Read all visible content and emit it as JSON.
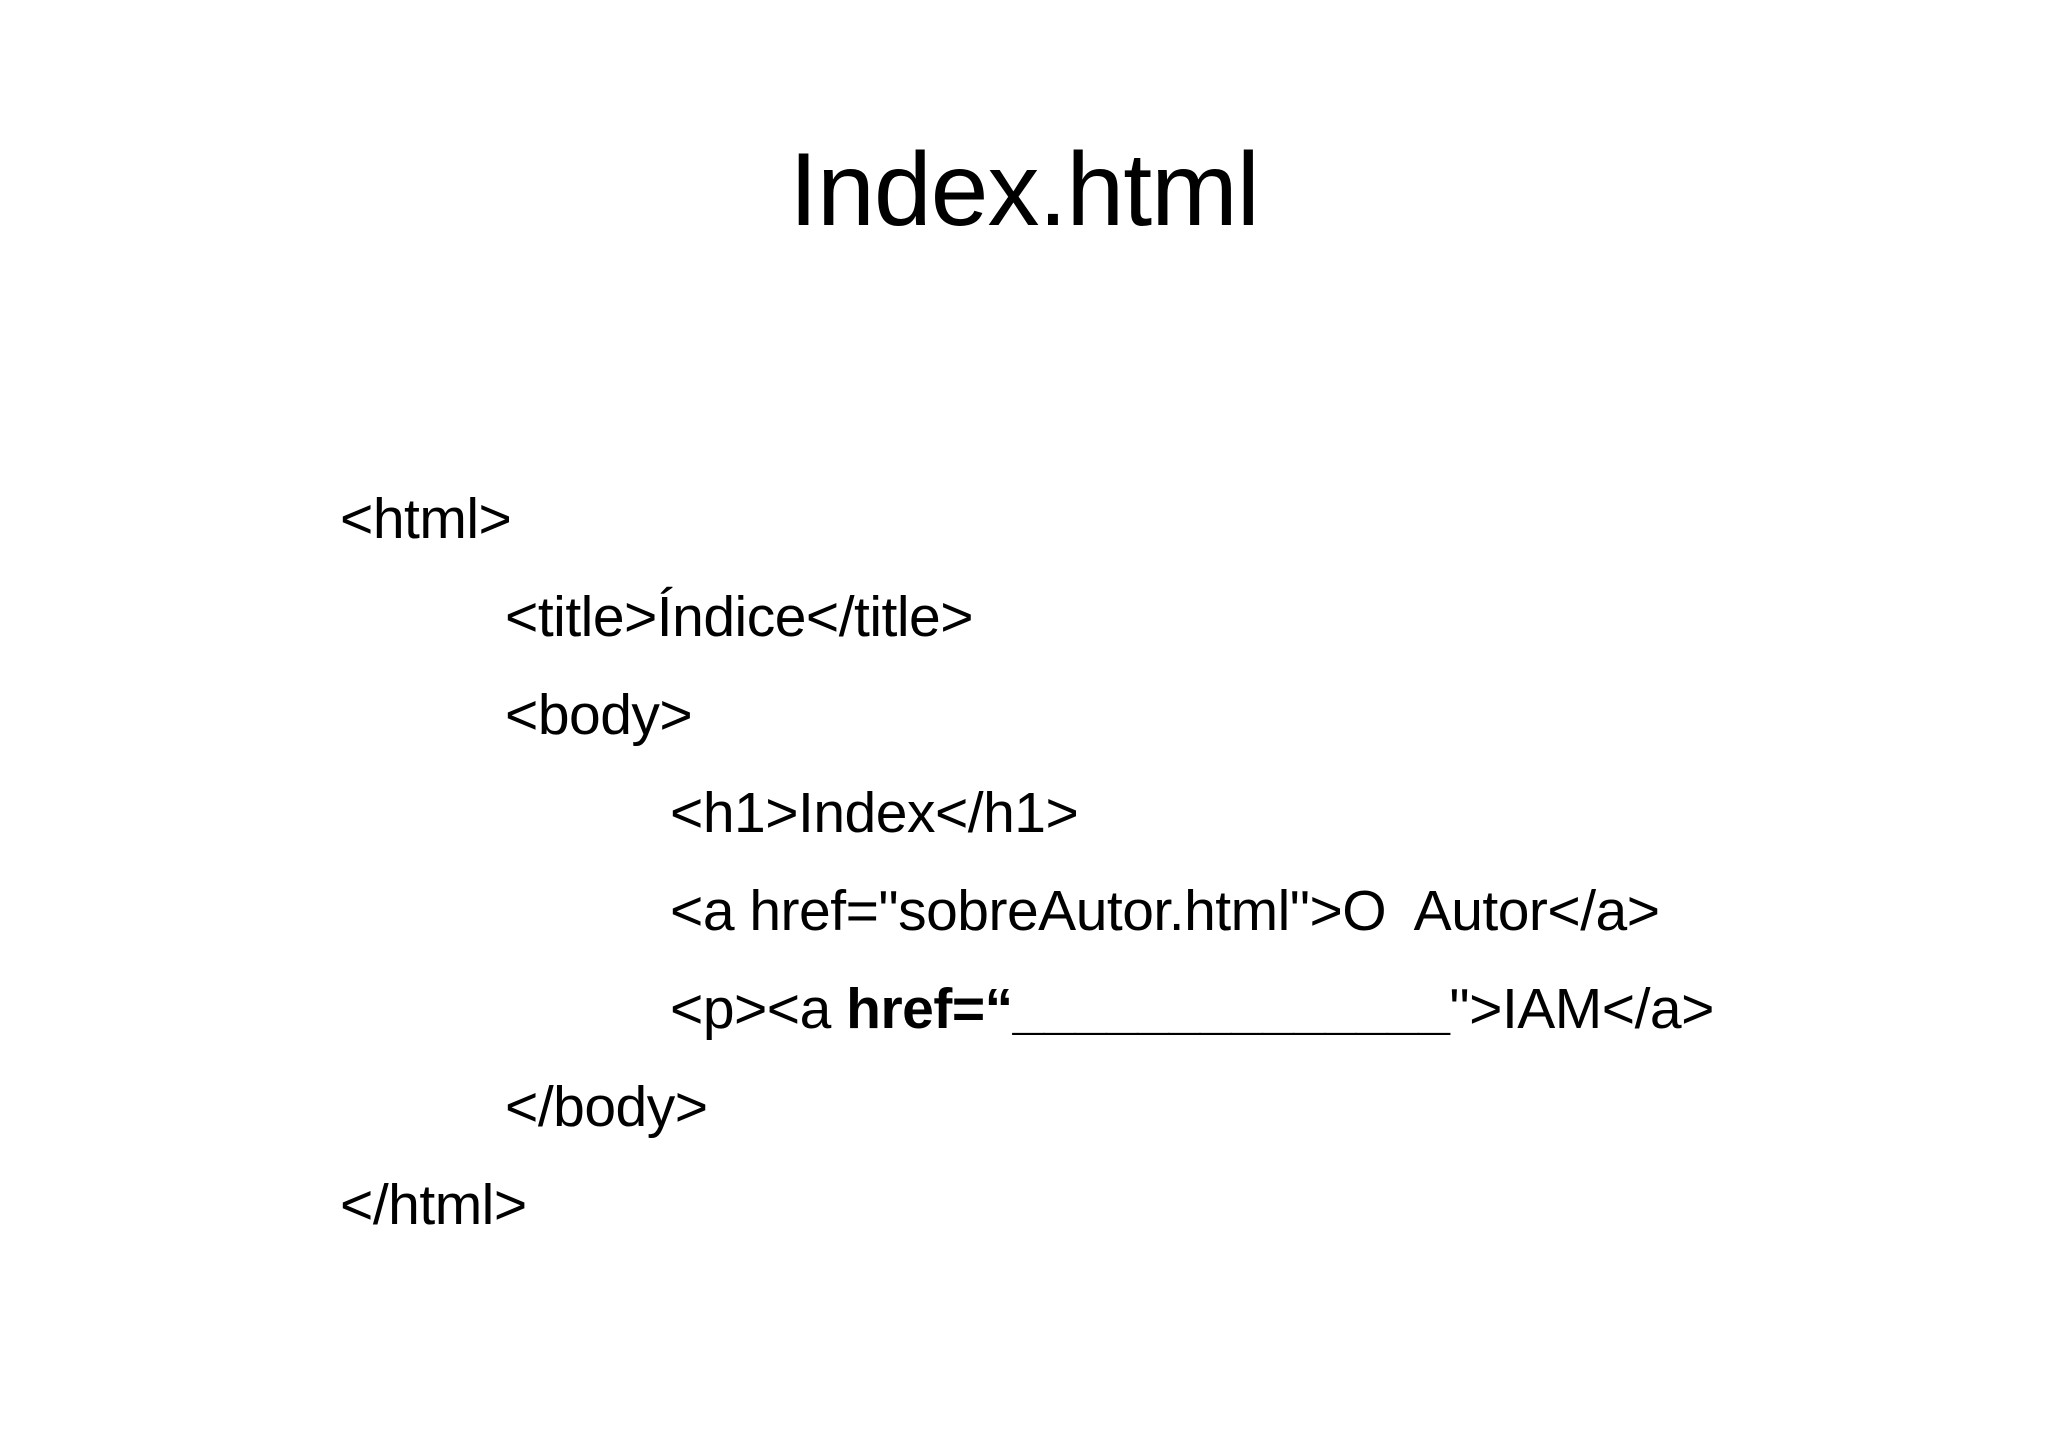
{
  "slide": {
    "background_color": "#ffffff",
    "text_color": "#000000",
    "title": "Index.html",
    "code_lines": [
      {
        "indent": 0,
        "segments": [
          {
            "text": "<html>",
            "bold": false
          }
        ]
      },
      {
        "indent": 1,
        "segments": [
          {
            "text": "<title>Índice</title>",
            "bold": false
          }
        ]
      },
      {
        "indent": 1,
        "segments": [
          {
            "text": "<body>",
            "bold": false
          }
        ]
      },
      {
        "indent": 2,
        "segments": [
          {
            "text": "<h1>Index</h1>",
            "bold": false
          }
        ]
      },
      {
        "indent": 2,
        "segments": [
          {
            "text": "<a href=\"sobreAutor.html\">O  Autor</a>",
            "bold": false
          }
        ]
      },
      {
        "indent": 2,
        "segments": [
          {
            "text": "<p><a ",
            "bold": false
          },
          {
            "text": "href=“______________",
            "bold": true
          },
          {
            "text": "\">IAM</a>",
            "bold": false
          }
        ]
      },
      {
        "indent": 1,
        "segments": [
          {
            "text": "</body>",
            "bold": false
          }
        ]
      },
      {
        "indent": 0,
        "segments": [
          {
            "text": "</html>",
            "bold": false
          }
        ]
      }
    ]
  }
}
